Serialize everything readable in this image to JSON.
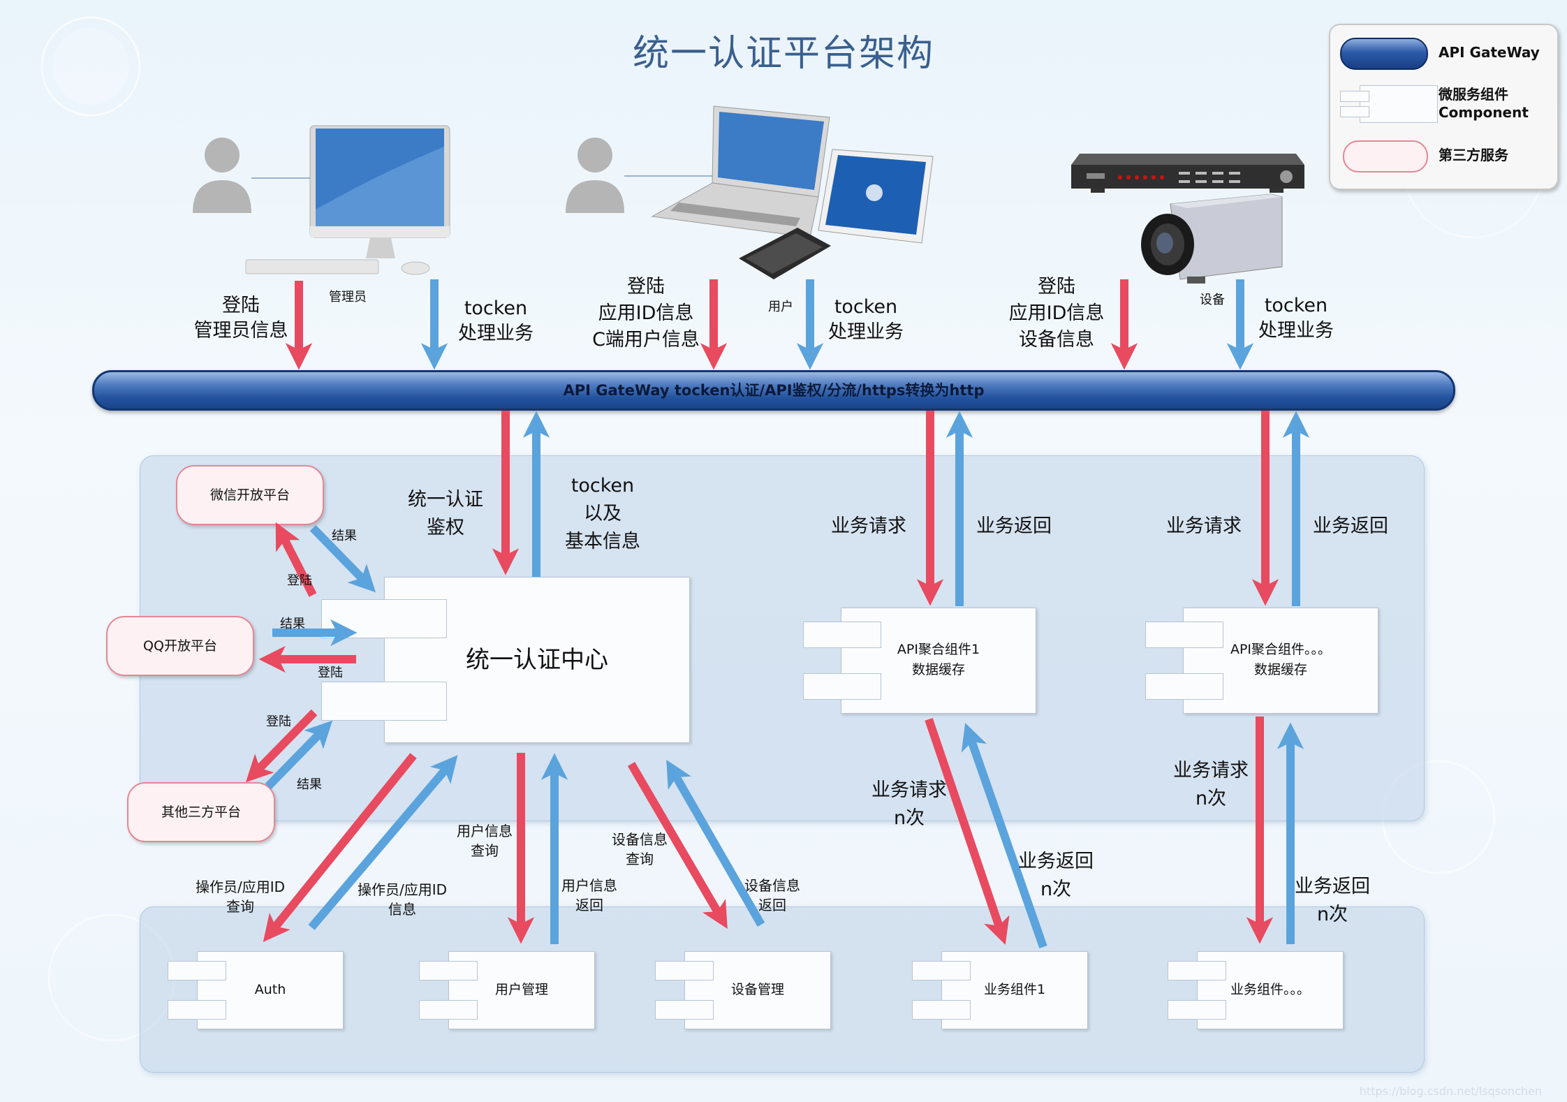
{
  "title": "统一认证平台架构",
  "legend": {
    "gateway": "API GateWay",
    "component_line1": "微服务组件",
    "component_line2": "Component",
    "third_party": "第三方服务"
  },
  "top_labels": {
    "admin_label": "管理员",
    "admin_login_1": "登陆",
    "admin_login_2": "管理员信息",
    "admin_token_1": "tocken",
    "admin_token_2": "处理业务",
    "user_label": "用户",
    "user_login_1": "登陆",
    "user_login_2": "应用ID信息",
    "user_login_3": "C端用户信息",
    "user_token_1": "tocken",
    "user_token_2": "处理业务",
    "device_label": "设备",
    "device_login_1": "登陆",
    "device_login_2": "应用ID信息",
    "device_login_3": "设备信息",
    "device_token_1": "tocken",
    "device_token_2": "处理业务"
  },
  "gateway_bar": "API GateWay tocken认证/API鉴权/分流/https转换为http",
  "auth_center": {
    "name": "统一认证中心",
    "in_1": "统一认证",
    "in_2": "鉴权",
    "out_1": "tocken",
    "out_2": "以及",
    "out_3": "基本信息"
  },
  "third_parties": {
    "wechat": "微信开放平台",
    "qq": "QQ开放平台",
    "other": "其他三方平台",
    "result": "结果",
    "login": "登陆"
  },
  "api_agg_1": {
    "line1": "API聚合组件1",
    "line2": "数据缓存"
  },
  "api_agg_n": {
    "line1": "API聚合组件。。。",
    "line2": "数据缓存"
  },
  "biz_labels": {
    "req": "业务请求",
    "ret": "业务返回",
    "req_n_1": "业务请求",
    "req_n_2": "n次",
    "ret_n_1": "业务返回",
    "ret_n_2": "n次"
  },
  "lower_labels": {
    "op_query_1": "操作员/应用ID",
    "op_query_2": "查询",
    "op_info_1": "操作员/应用ID",
    "op_info_2": "信息",
    "user_query_1": "用户信息",
    "user_query_2": "查询",
    "user_ret_1": "用户信息",
    "user_ret_2": "返回",
    "dev_query_1": "设备信息",
    "dev_query_2": "查询",
    "dev_ret_1": "设备信息",
    "dev_ret_2": "返回"
  },
  "bottom_components": {
    "auth": "Auth",
    "user_mgmt": "用户管理",
    "device_mgmt": "设备管理",
    "biz_1": "业务组件1",
    "biz_n": "业务组件。。。"
  },
  "watermark": "https://blog.csdn.net/lsqsonchen",
  "colors": {
    "request_arrow": "#e84a5f",
    "response_arrow": "#5ba3dc",
    "gateway": "#23539e"
  }
}
